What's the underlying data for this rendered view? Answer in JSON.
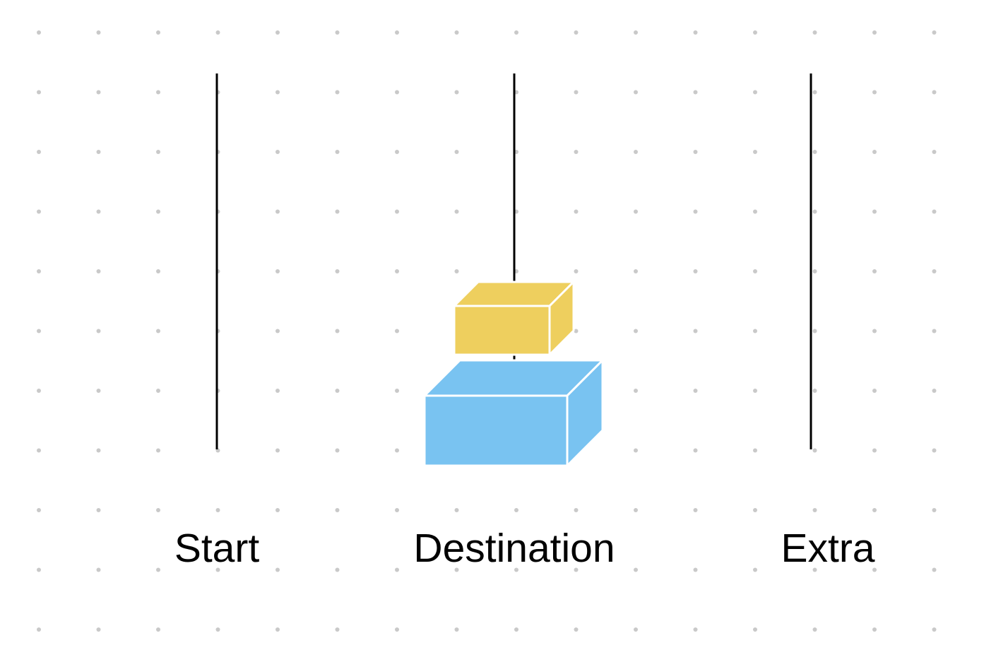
{
  "game": {
    "type": "tower-of-hanoi",
    "pegs": [
      {
        "id": "start",
        "label": "Start",
        "disks": []
      },
      {
        "id": "destination",
        "label": "Destination",
        "disks": [
          "large",
          "small"
        ]
      },
      {
        "id": "extra",
        "label": "Extra",
        "disks": []
      }
    ],
    "disks": [
      {
        "id": "small",
        "size": "small",
        "color": "#EECF5E"
      },
      {
        "id": "large",
        "size": "large",
        "color": "#79C3F1"
      }
    ]
  },
  "colors": {
    "background": "#FFFFFF",
    "grid_dot": "#C9C9C9",
    "peg": "#000000",
    "disk_edge": "#FFFFFF",
    "label": "#000000"
  }
}
